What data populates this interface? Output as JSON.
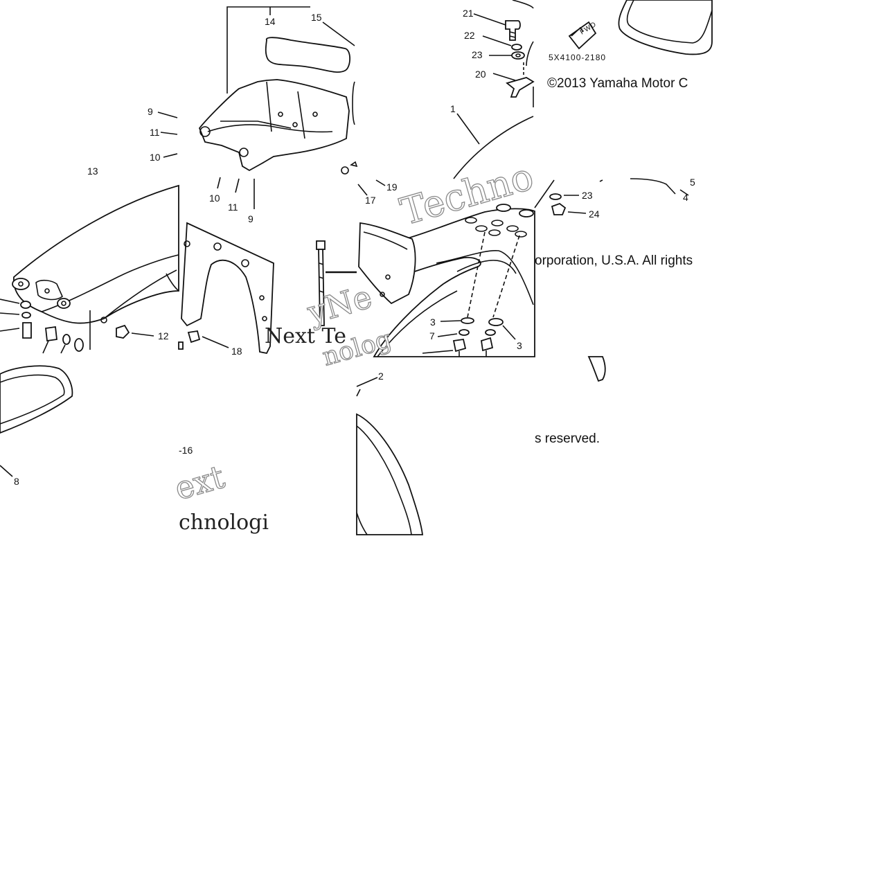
{
  "diagram": {
    "copyright_fragments": [
      "©2013 Yamaha Motor C",
      "orporation, U.S.A. All rights",
      "s reserved."
    ],
    "part_code": "5X4100-2180",
    "fwd_sticker": "FWD",
    "watermark_fragments": [
      "Techno",
      "yNe",
      "Next Te",
      "nolog",
      "ext",
      "chnologi"
    ],
    "callouts": [
      {
        "id": "c14",
        "text": "14"
      },
      {
        "id": "c15",
        "text": "15"
      },
      {
        "id": "c9a",
        "text": "9"
      },
      {
        "id": "c11a",
        "text": "11"
      },
      {
        "id": "c10a",
        "text": "10"
      },
      {
        "id": "c10b",
        "text": "10"
      },
      {
        "id": "c11b",
        "text": "11"
      },
      {
        "id": "c9b",
        "text": "9"
      },
      {
        "id": "c13",
        "text": "13"
      },
      {
        "id": "c12",
        "text": "12"
      },
      {
        "id": "c8",
        "text": "8"
      },
      {
        "id": "c16",
        "text": "-16"
      },
      {
        "id": "c18",
        "text": "18"
      },
      {
        "id": "c17",
        "text": "17"
      },
      {
        "id": "c19",
        "text": "19"
      },
      {
        "id": "c21",
        "text": "21"
      },
      {
        "id": "c22",
        "text": "22"
      },
      {
        "id": "c23a",
        "text": "23"
      },
      {
        "id": "c20",
        "text": "20"
      },
      {
        "id": "c1",
        "text": "1"
      },
      {
        "id": "c23b",
        "text": "23"
      },
      {
        "id": "c24",
        "text": "24"
      },
      {
        "id": "c5",
        "text": "5"
      },
      {
        "id": "c4",
        "text": "4"
      },
      {
        "id": "c3a",
        "text": "3"
      },
      {
        "id": "c7",
        "text": "7"
      },
      {
        "id": "c3b",
        "text": "3"
      },
      {
        "id": "c2",
        "text": "2"
      }
    ]
  }
}
